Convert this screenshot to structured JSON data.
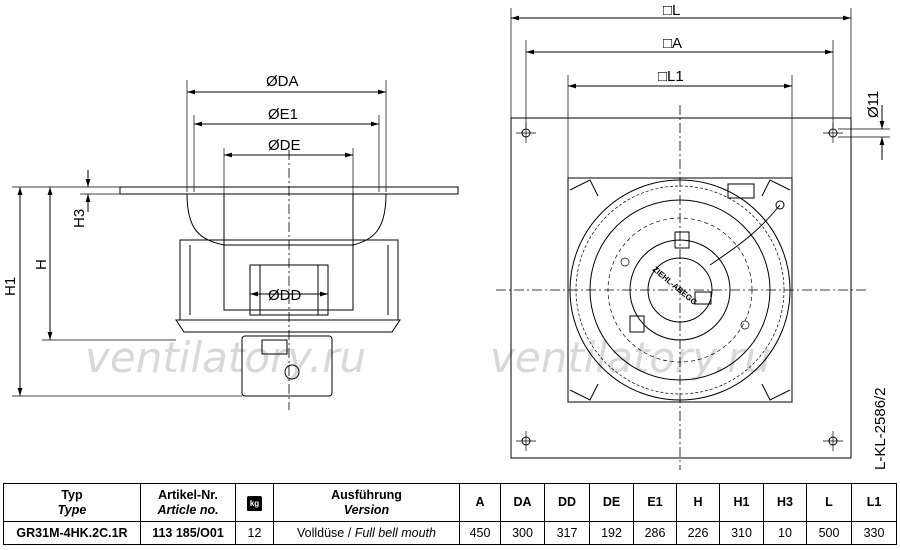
{
  "watermark": "ventilatory.ru",
  "doc_number": "L-KL-2586/2",
  "side_view": {
    "labels": {
      "DA": "ØDA",
      "E1": "ØE1",
      "DE": "ØDE",
      "DD": "ØDD",
      "H1": "H1",
      "H": "H",
      "H3": "H3"
    }
  },
  "front_view": {
    "labels": {
      "L": "□L",
      "A": "□A",
      "L1": "□L1",
      "hole": "Ø11"
    },
    "nameplate": "ZIEHL-ABEGG"
  },
  "table": {
    "headers": [
      {
        "main": "Typ",
        "sub": "Type"
      },
      {
        "main": "Artikel-Nr.",
        "sub": "Article no."
      },
      {
        "main": "kg",
        "sub": "",
        "icon": "weight-icon"
      },
      {
        "main": "Ausführung",
        "sub": "Version"
      },
      {
        "main": "A",
        "sub": ""
      },
      {
        "main": "DA",
        "sub": ""
      },
      {
        "main": "DD",
        "sub": ""
      },
      {
        "main": "DE",
        "sub": ""
      },
      {
        "main": "E1",
        "sub": ""
      },
      {
        "main": "H",
        "sub": ""
      },
      {
        "main": "H1",
        "sub": ""
      },
      {
        "main": "H3",
        "sub": ""
      },
      {
        "main": "L",
        "sub": ""
      },
      {
        "main": "L1",
        "sub": ""
      }
    ],
    "row": {
      "type": "GR31M-4HK.2C.1R",
      "article": "113 185/O01",
      "weight": "12",
      "version_main": "Volldüse / ",
      "version_sub": "Full bell mouth",
      "A": "450",
      "DA": "300",
      "DD": "317",
      "DE": "192",
      "E1": "286",
      "H": "226",
      "H1": "310",
      "H3": "10",
      "L": "500",
      "L1": "330"
    }
  }
}
